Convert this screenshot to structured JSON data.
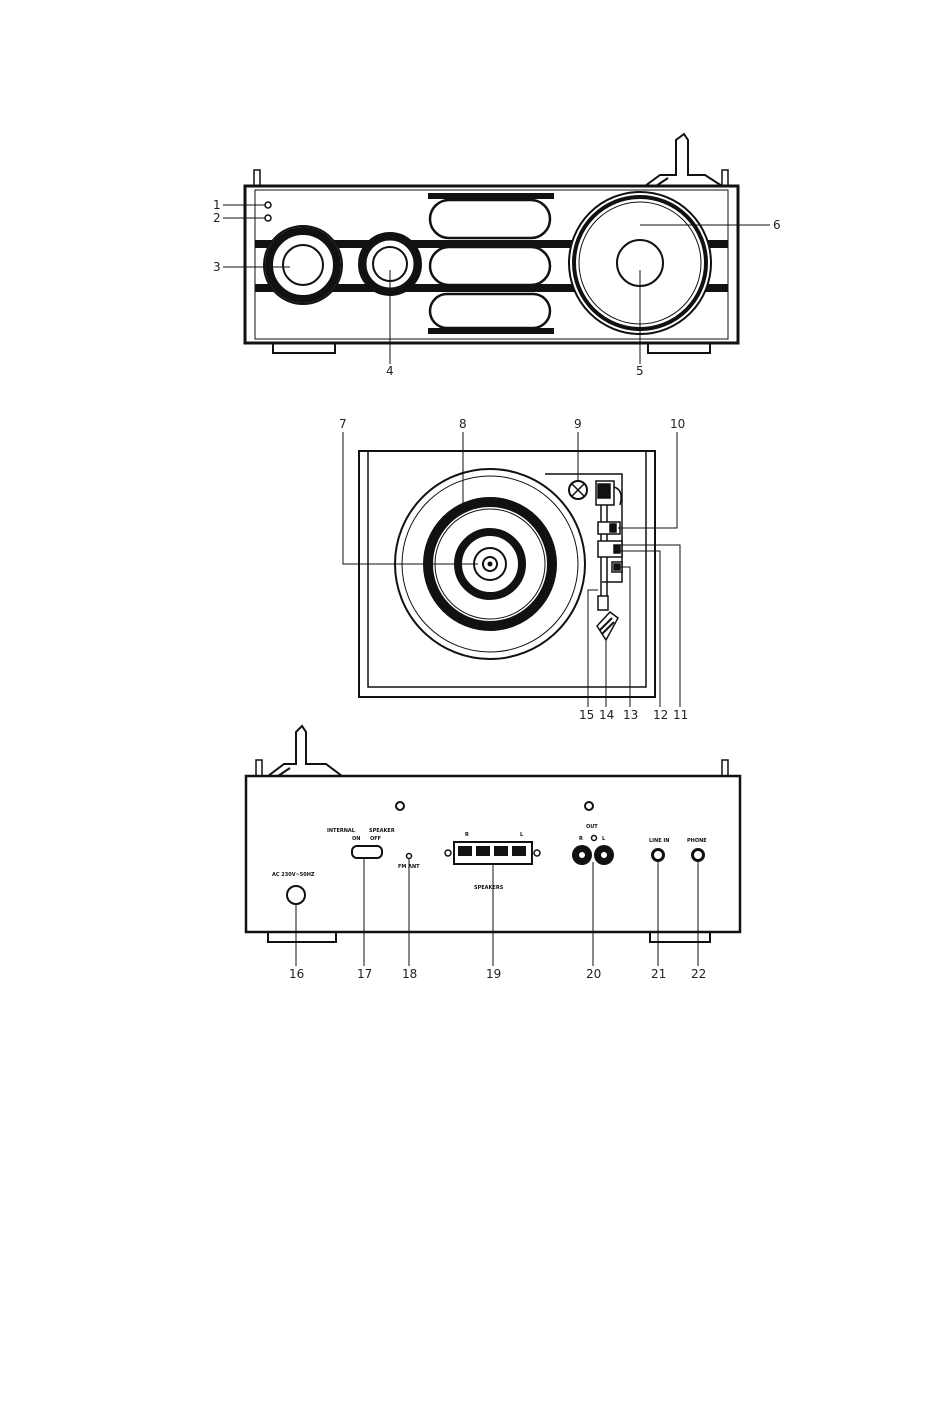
{
  "front_view": {
    "callouts": [
      "1",
      "2",
      "3",
      "4",
      "5",
      "6"
    ]
  },
  "top_view": {
    "callouts": [
      "7",
      "8",
      "9",
      "10",
      "11",
      "12",
      "13",
      "14",
      "15"
    ]
  },
  "rear_view": {
    "callouts": [
      "16",
      "17",
      "18",
      "19",
      "20",
      "21",
      "22"
    ],
    "panel_labels": {
      "ac_input": "AC 230V~50HZ",
      "internal": "INTERNAL",
      "speaker": "SPEAKER",
      "on": "ON",
      "off": "OFF",
      "fm_ant": "FM ANT",
      "speaker_r": "R",
      "speaker_l": "L",
      "speakers": "SPEAKERS",
      "out": "OUT",
      "out_r": "R",
      "out_l": "L",
      "line_in": "LINE IN",
      "phone": "PHONE"
    }
  }
}
